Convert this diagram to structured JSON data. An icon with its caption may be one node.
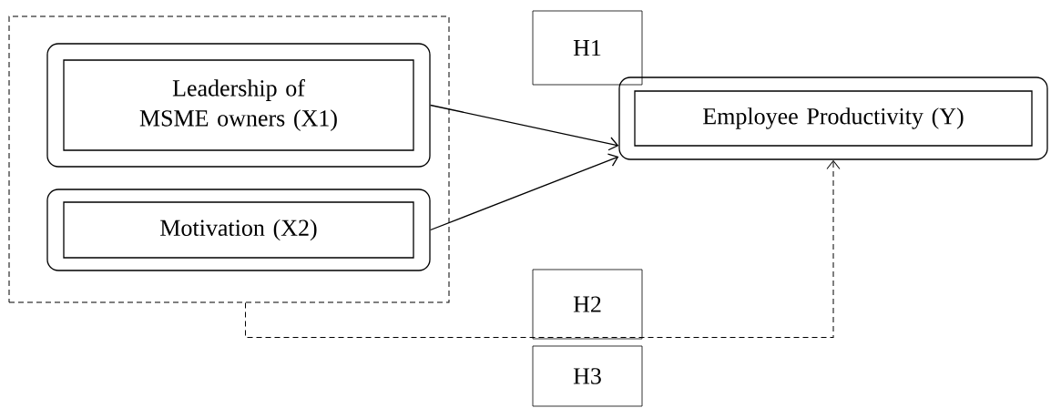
{
  "diagram": {
    "nodes": [
      {
        "text": [],
        "shape": "box"
      },
      {
        "text": [
          "Leadership of MSME owners (X1)"
        ],
        "in": 0
      },
      {
        "text": [
          "Motivation (X2)"
        ],
        "in": 0
      },
      {
        "text": [
          "Employee Productivity (Y)"
        ]
      },
      {
        "text": [
          "H1"
        ]
      },
      {
        "text": [
          "H2"
        ]
      },
      {
        "text": [
          "H3"
        ]
      }
    ],
    "edges": [
      {
        "from": 1,
        "to": 3,
        "arrow": "to"
      },
      {
        "from": 2,
        "to": 3,
        "arrow": "to"
      },
      {
        "from": 0,
        "to": 3,
        "arrow": "to",
        "style": "dashed"
      }
    ]
  }
}
